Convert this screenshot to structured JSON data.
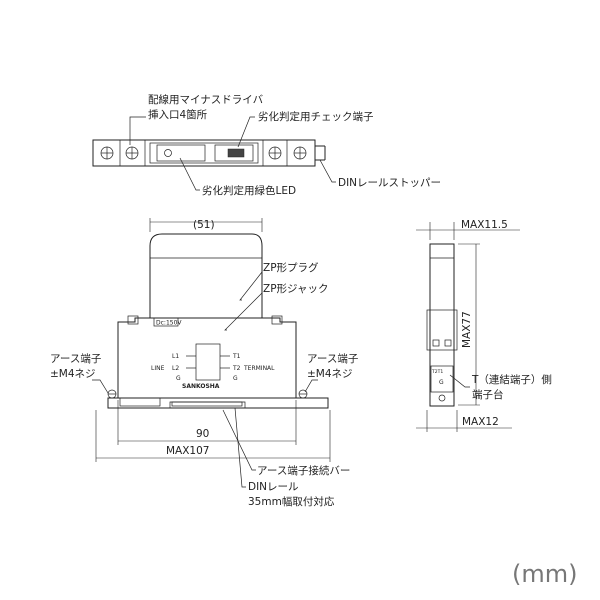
{
  "labels": {
    "minus_driver_line1": "配線用マイナスドライバ",
    "minus_driver_line2": "挿入口4箇所",
    "check_terminal": "劣化判定用チェック端子",
    "green_led": "劣化判定用緑色LED",
    "din_stopper": "DINレールストッパー",
    "zp_plug": "ZP形プラグ",
    "zp_jack": "ZP形ジャック",
    "earth_left_line1": "アース端子",
    "earth_left_line2": "±M4ネジ",
    "earth_right_line1": "アース端子",
    "earth_right_line2": "±M4ネジ",
    "earth_bar": "アース端子接続バー",
    "din_rail_line1": "DINレール",
    "din_rail_line2": "35mm幅取付対応",
    "t_side_line1": "T（連結端子）側",
    "t_side_line2": "端子台"
  },
  "dimensions": {
    "width_51": "(51)",
    "width_90": "90",
    "max107": "MAX107",
    "max11_5": "MAX11.5",
    "max77": "MAX77",
    "max12": "MAX12"
  },
  "device_markings": {
    "rating": "Dc:150V",
    "l1": "L1",
    "l2": "L2",
    "g_left": "G",
    "t1": "T1",
    "t2": "T2",
    "g_right": "G",
    "line": "LINE",
    "terminal": "TERMINAL",
    "brand": "SANKOSHA",
    "side_t2t1": "T2T1",
    "side_g": "G"
  },
  "unit": "(mm)"
}
